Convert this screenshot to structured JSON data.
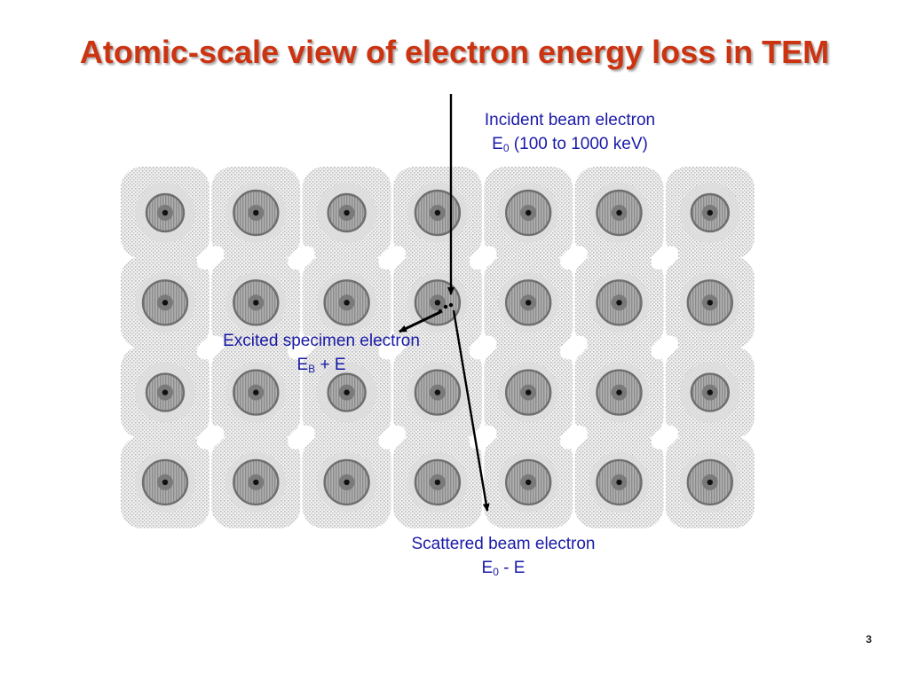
{
  "slide": {
    "title": "Atomic-scale view of electron energy loss in TEM",
    "page_number": "3"
  },
  "labels": {
    "incident": {
      "line1": "Incident beam electron",
      "sym": "E",
      "sub": "0",
      "rest": " (100 to 1000 keV)"
    },
    "excited": {
      "line1": "Excited specimen electron",
      "sym": "E",
      "sub": "B",
      "rest": " + E"
    },
    "scattered": {
      "line1": "Scattered beam electron",
      "sym": "E",
      "sub": "0",
      "rest": " - E"
    }
  },
  "colors": {
    "title": "#cc3311",
    "label_text": "#1a1aa8",
    "arrow": "#000000",
    "atom_ring": "#666666",
    "atom_fill": "#a8a8a8",
    "halo": "#dedede"
  },
  "lattice": {
    "rows": 4,
    "cols": 7
  }
}
